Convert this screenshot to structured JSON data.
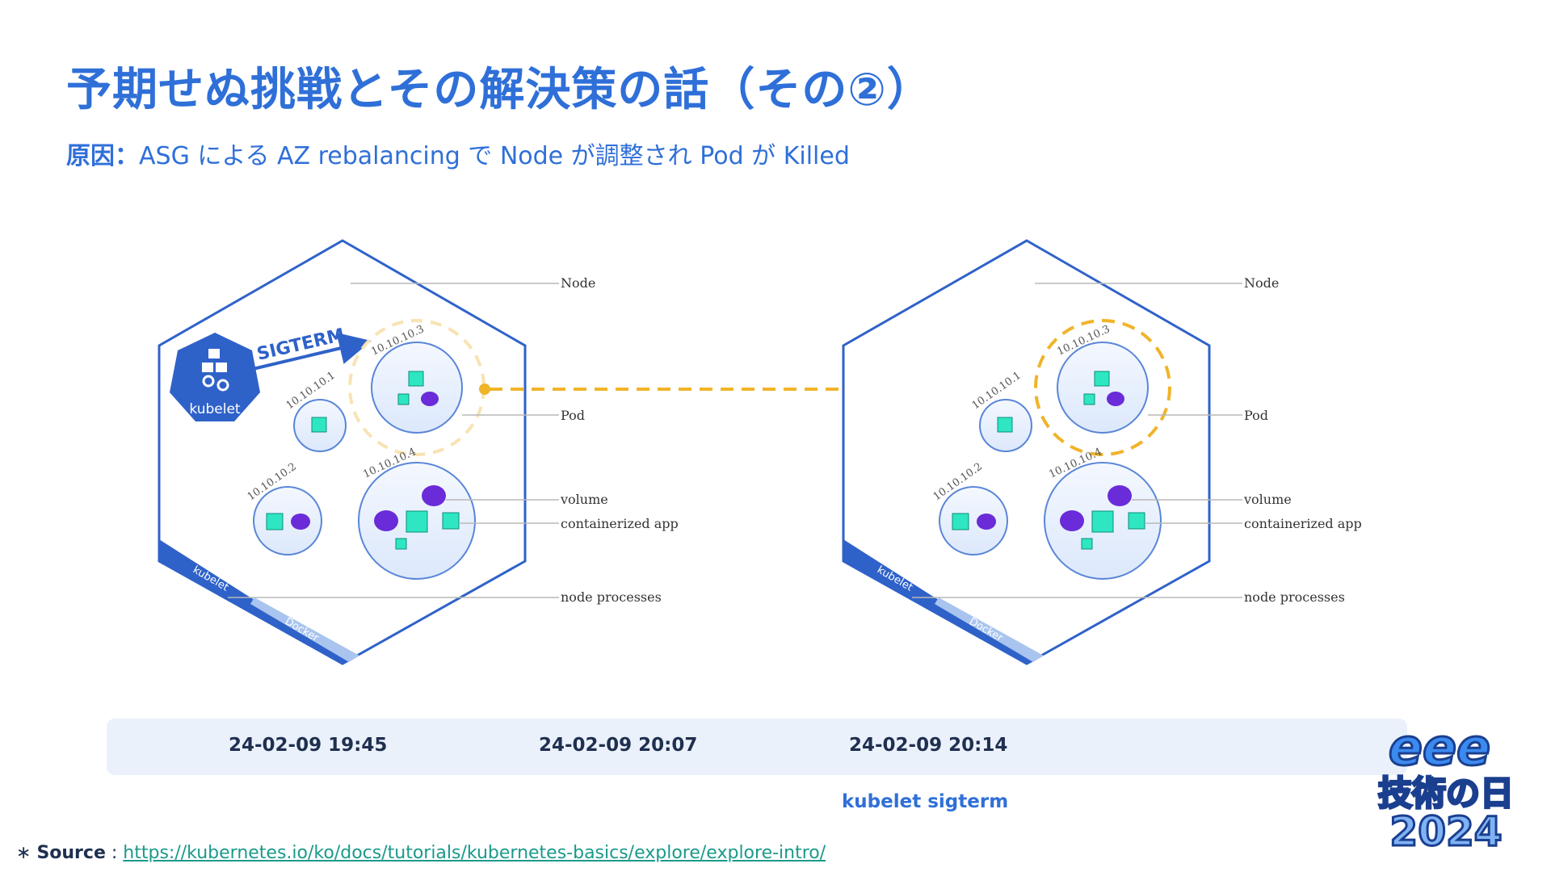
{
  "title": "予期せぬ挑戦とその解決策の話（その②）",
  "subtitle": {
    "lead": "原因：",
    "text": "ASG による AZ rebalancing で Node が調整され Pod が Killed"
  },
  "diagram": {
    "sigterm_label": "SIGTERM",
    "kubelet_badge": "kubelet",
    "bar_kubelet": "kubelet",
    "bar_docker": "Docker",
    "ips": [
      "10.10.10.1",
      "10.10.10.2",
      "10.10.10.3",
      "10.10.10.4"
    ],
    "callouts": {
      "node": "Node",
      "pod": "Pod",
      "volume": "volume",
      "containerized_app": "containerized app",
      "node_processes": "node processes"
    },
    "colors": {
      "hex_border": "#2f62c9",
      "migration_arrow": "#f0b429",
      "container": "#2ee6c2",
      "volume": "#6a2bd9"
    }
  },
  "timeline": {
    "stamps": [
      "24-02-09 19:45",
      "24-02-09 20:07",
      "24-02-09 20:14"
    ],
    "event": "kubelet sigterm"
  },
  "source": {
    "prefix": "∗",
    "label": "Source",
    "separator": ":",
    "url": "https://kubernetes.io/ko/docs/tutorials/kubernetes-basics/explore/explore-intro/"
  },
  "logo": {
    "line1": "eee",
    "line2": "技術の日",
    "line3": "2024"
  }
}
